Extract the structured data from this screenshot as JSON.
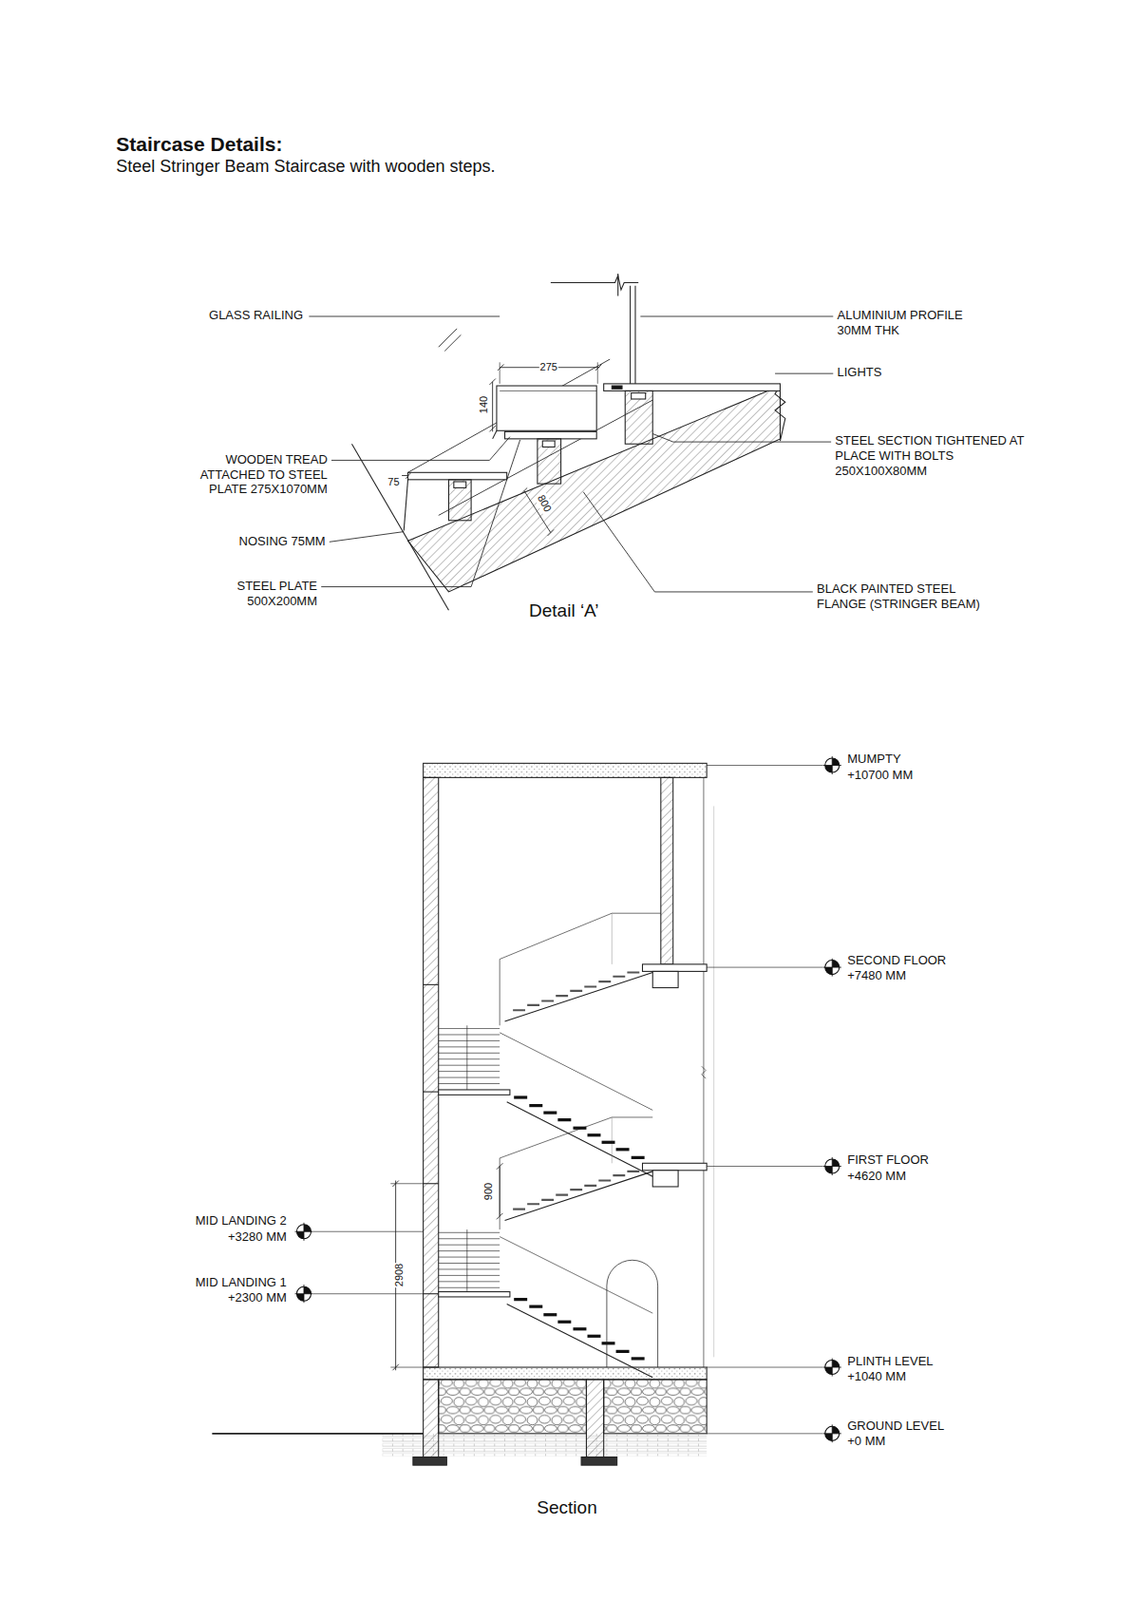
{
  "diagram": {
    "title": "Staircase Details:",
    "labels": [
      "Steel Stringer Beam Staircase with wooden steps.",
      "GLASS RAILING",
      "ALUMINIUM PROFILE 30MM THK",
      "275",
      "140",
      "LIGHTS",
      "STEEL SECTION TIGHTENED AT PLACE WITH BOLTS 250X100X80MM",
      "WOODEN TREAD ATTACHED TO STEEL PLATE 275X1070MM",
      "75",
      "800",
      "NOSING 75MM",
      "STEEL PLATE 500X200MM",
      "BLACK PAINTED STEEL FLANGE (STRINGER BEAM)",
      "Detail ‘A’",
      "MUMPTY",
      "+10700 MM",
      "SECOND FLOOR",
      "+7480 MM",
      "FIRST FLOOR",
      "+4620 MM",
      "900",
      "MID LANDING 2",
      "+3280 MM",
      "MID LANDING 1",
      "+2300 MM",
      "2908",
      "PLINTH LEVEL",
      "+1040 MM",
      "GROUND LEVEL",
      "+0 MM",
      "Section"
    ]
  }
}
